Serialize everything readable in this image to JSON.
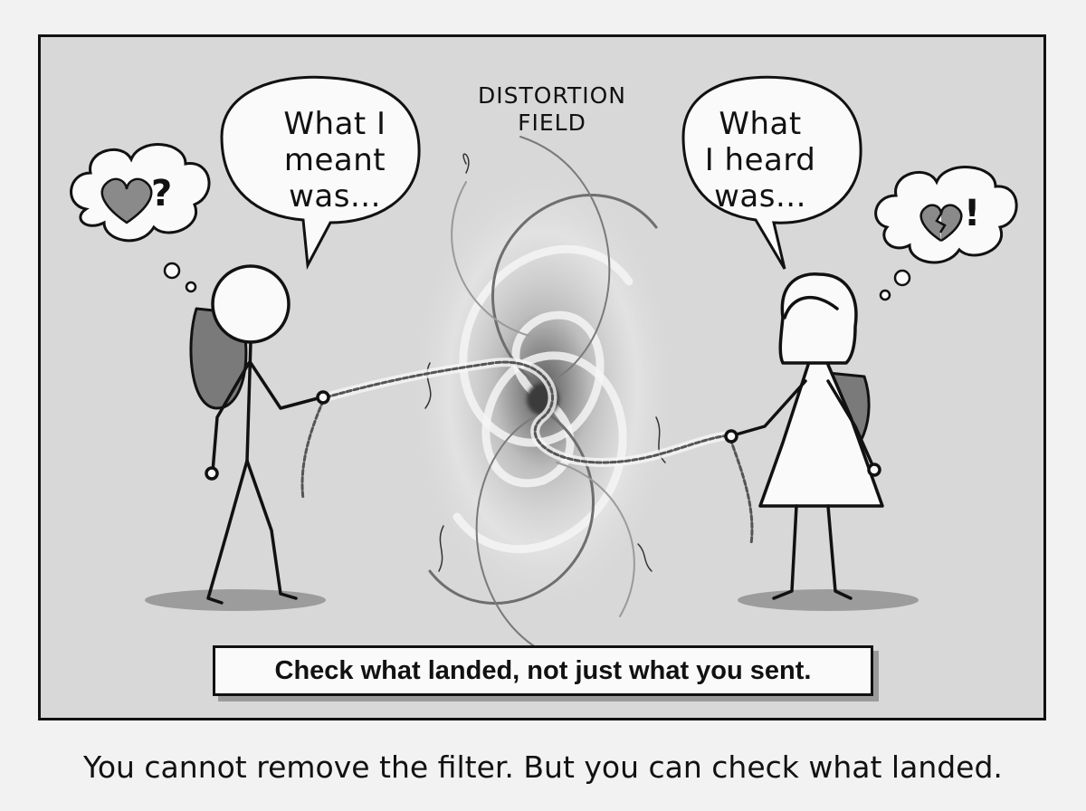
{
  "panel": {
    "left_bubble": {
      "lines": [
        "What I",
        "meant",
        "was..."
      ]
    },
    "right_bubble": {
      "lines": [
        "What",
        "I heard",
        "was..."
      ]
    },
    "field_label": {
      "lines": [
        "DISTORTION",
        "FIELD"
      ]
    },
    "left_thought": {
      "icons": [
        "heart-icon",
        "question-mark-icon"
      ],
      "symbol": "?"
    },
    "right_thought": {
      "icons": [
        "broken-heart-icon",
        "exclamation-mark-icon"
      ],
      "symbol": "!"
    },
    "caption": "Check what landed, not just what you sent."
  },
  "footer": "You cannot remove the filter. But you can check what landed.",
  "colors": {
    "background": "#f2f2f2",
    "panel": "#d8d8d8",
    "ink": "#111111",
    "heart": "#8a8a8a"
  }
}
